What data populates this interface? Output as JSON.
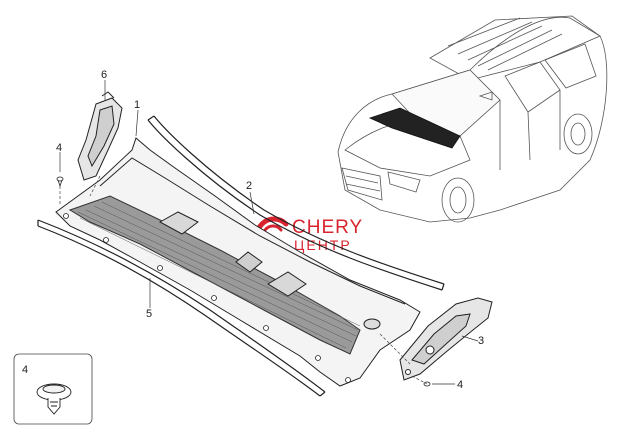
{
  "callouts": [
    {
      "id": "callout-6",
      "label": "6"
    },
    {
      "id": "callout-1",
      "label": "1"
    },
    {
      "id": "callout-4-top",
      "label": "4"
    },
    {
      "id": "callout-2",
      "label": "2"
    },
    {
      "id": "callout-5",
      "label": "5"
    },
    {
      "id": "callout-3",
      "label": "3"
    },
    {
      "id": "callout-4-bottom",
      "label": "4"
    }
  ],
  "inset": {
    "label": "4"
  },
  "watermark": {
    "line1": "CHERY",
    "line2": "ЦЕНТР",
    "color": "#d9232e"
  },
  "colors": {
    "line": "#222222",
    "dark": "#111111",
    "logo": "#d9232e"
  }
}
